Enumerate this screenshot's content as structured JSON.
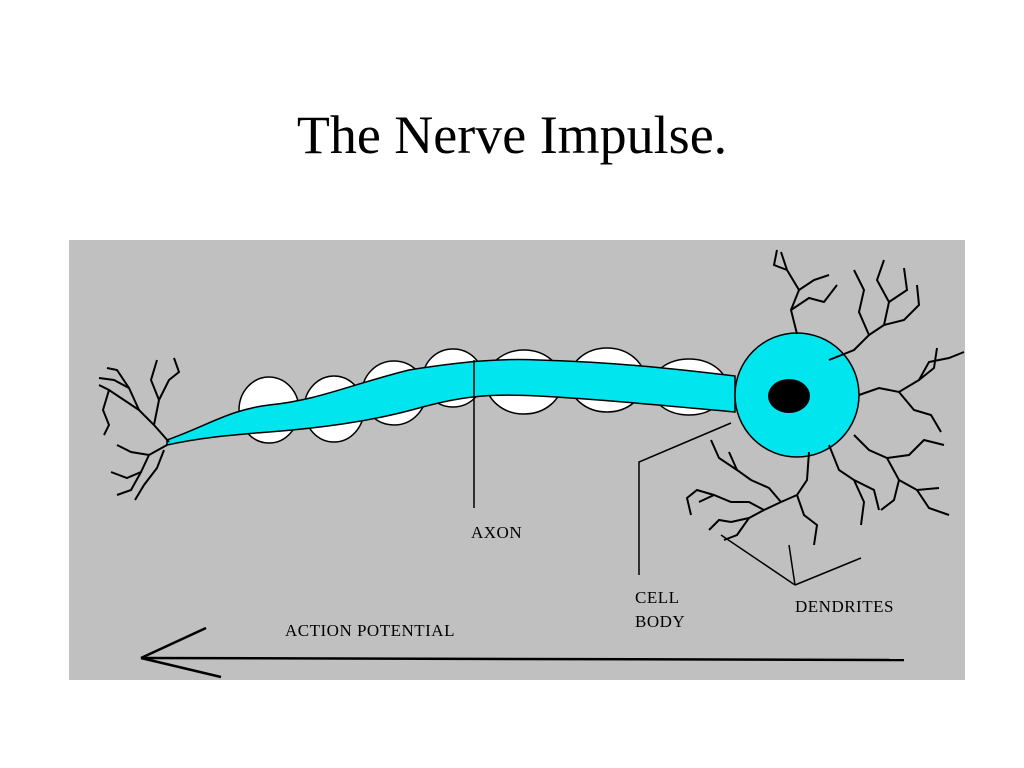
{
  "slide": {
    "title": "The Nerve Impulse."
  },
  "diagram": {
    "labels": {
      "axon": "AXON",
      "cell_body_line1": "CELL",
      "cell_body_line2": "BODY",
      "dendrites": "DENDRITES",
      "action_potential": "ACTION POTENTIAL"
    },
    "colors": {
      "panel": "#c0c0c0",
      "axon_fill": "#00e5ee",
      "myelin": "#ffffff",
      "nucleus": "#000000",
      "lines": "#000000"
    }
  }
}
